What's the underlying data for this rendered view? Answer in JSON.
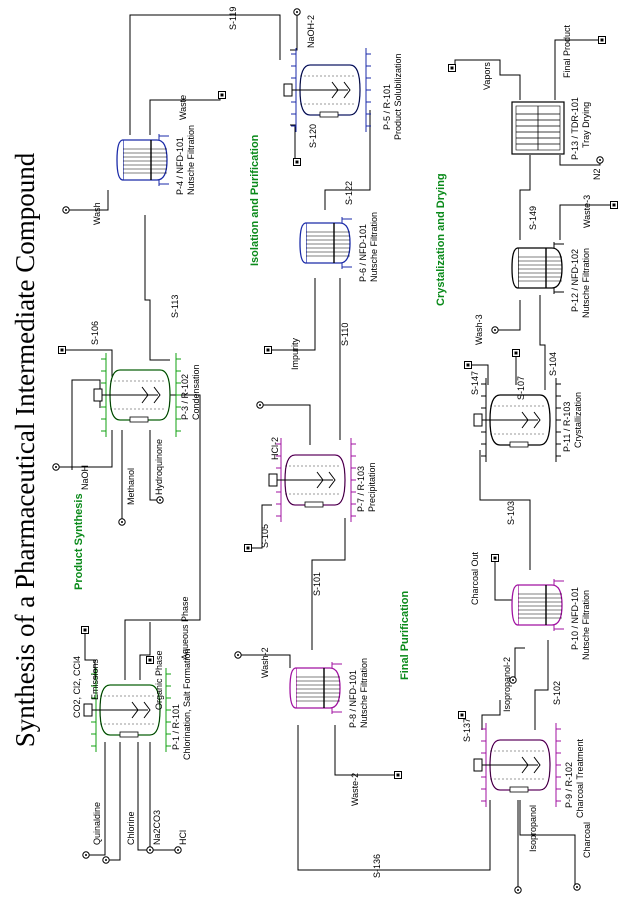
{
  "title": "Synthesis of a Pharmaceutical Intermediate Compound",
  "sections": {
    "product_synthesis": "Product Synthesis",
    "isolation": "Isolation and Purification",
    "final_purification": "Final Purification",
    "crystallization": "Crystalization and Drying"
  },
  "units": {
    "p1": {
      "id": "P-1 / R-101",
      "desc": "Chlorination, Salt Formation",
      "color": "#10a010"
    },
    "p3": {
      "id": "P-3 / R-102",
      "desc": "Condensation",
      "color": "#10a010"
    },
    "p4": {
      "id": "P-4 / NFD-101",
      "desc": "Nutsche Filtration",
      "color": "#1a2aa8"
    },
    "p5": {
      "id": "P-5 / R-101",
      "desc": "Product Solubilization",
      "color": "#1a2aa8"
    },
    "p6": {
      "id": "P-6 / NFD-101",
      "desc": "Nutsche Filtration",
      "color": "#1a2aa8"
    },
    "p7": {
      "id": "P-7 / R-103",
      "desc": "Precipitation",
      "color": "#a010a0"
    },
    "p8": {
      "id": "P-8 / NFD-101",
      "desc": "Nutsche Filtration",
      "color": "#a010a0"
    },
    "p9": {
      "id": "P-9 / R-102",
      "desc": "Charcoal Treatment",
      "color": "#a010a0"
    },
    "p10": {
      "id": "P-10 / NFD-101",
      "desc": "Nutsche Filtration",
      "color": "#a010a0"
    },
    "p11": {
      "id": "P-11 / R-103",
      "desc": "Crystallization",
      "color": "#000000"
    },
    "p12": {
      "id": "P-12 / NFD-102",
      "desc": "Nutsche Filtration",
      "color": "#000000"
    },
    "p13": {
      "id": "P-13 / TDR-101",
      "desc": "Tray Drying",
      "color": "#000000"
    }
  },
  "streams": {
    "quinaldine": "Quinaldine",
    "chlorine": "Chlorine",
    "na2co3": "Na2CO3",
    "hcl": "HCl",
    "co2": "CO2, Cl2, CCl4",
    "emissions": "Emissions",
    "organic_phase": "Organic Phase",
    "aqueous_phase": "Aqueous Phase",
    "naoh": "NaOH",
    "methanol": "Methanol",
    "hydroquinone": "Hydroquinone",
    "s106": "S-106",
    "s113": "S-113",
    "wash": "Wash",
    "waste": "Waste",
    "s119": "S-119",
    "naoh2": "NaOH-2",
    "s120": "S-120",
    "s122": "S-122",
    "impurity": "Impurity",
    "s110": "S-110",
    "hcl2": "HCl-2",
    "s105": "S-105",
    "s101": "S-101",
    "wash2": "Wash-2",
    "waste2": "Waste-2",
    "s136": "S-136",
    "isopropanol": "Isopropanol",
    "charcoal": "Charcoal",
    "s137": "S-137",
    "s102": "S-102",
    "isopropanol2": "Isopropanol-2",
    "charcoal_out": "Charcoal Out",
    "s103": "S-103",
    "s147": "S-147",
    "s107": "S-107",
    "s104": "S-104",
    "wash3": "Wash-3",
    "waste3": "Waste-3",
    "s149": "S-149",
    "vapors": "Vapors",
    "n2": "N2",
    "final_product": "Final Product"
  }
}
